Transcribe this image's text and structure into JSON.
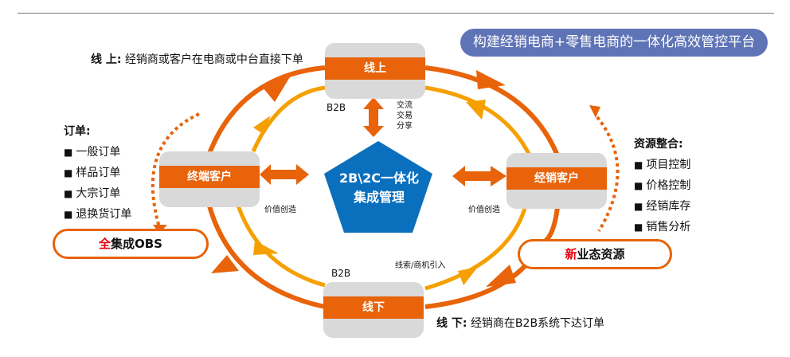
{
  "header": {
    "title": "构建经销电商+零售电商的一体化高效管控平台"
  },
  "colors": {
    "orange": "#e8630a",
    "light_orange": "#f5a000",
    "blue": "#0a6fbd",
    "pill_blue": "#5f74b6",
    "gray": "#d9d9d9",
    "red_accent": "#e60012"
  },
  "nodes": {
    "online": "线上",
    "offline": "线下",
    "end_customer": "终端客户",
    "dealer_customer": "经销客户",
    "center_line1": "2B\\2C一体化",
    "center_line2": "集成管理"
  },
  "notes": {
    "online_label": "线 上:",
    "online_text": "经销商或客户在电商或中台直接下单",
    "offline_label": "线 下:",
    "offline_text": "经销商在B2B系统下达订单"
  },
  "edge_labels": {
    "b2b_top": "B2B",
    "b2b_bottom": "B2B",
    "exchange": [
      "交流",
      "交易",
      "分享"
    ],
    "value_left": "价值创造",
    "value_right": "价值创造",
    "leads": "线索/商机引入"
  },
  "orders": {
    "heading": "订单:",
    "items": [
      "一般订单",
      "样品订单",
      "大宗订单",
      "退换货订单"
    ]
  },
  "resources": {
    "heading": "资源整合:",
    "items": [
      "项目控制",
      "价格控制",
      "经销库存",
      "销售分析"
    ]
  },
  "pills": {
    "obs_accent": "全",
    "obs_rest": "集成OBS",
    "new_accent": "新",
    "new_rest": "业态资源"
  }
}
